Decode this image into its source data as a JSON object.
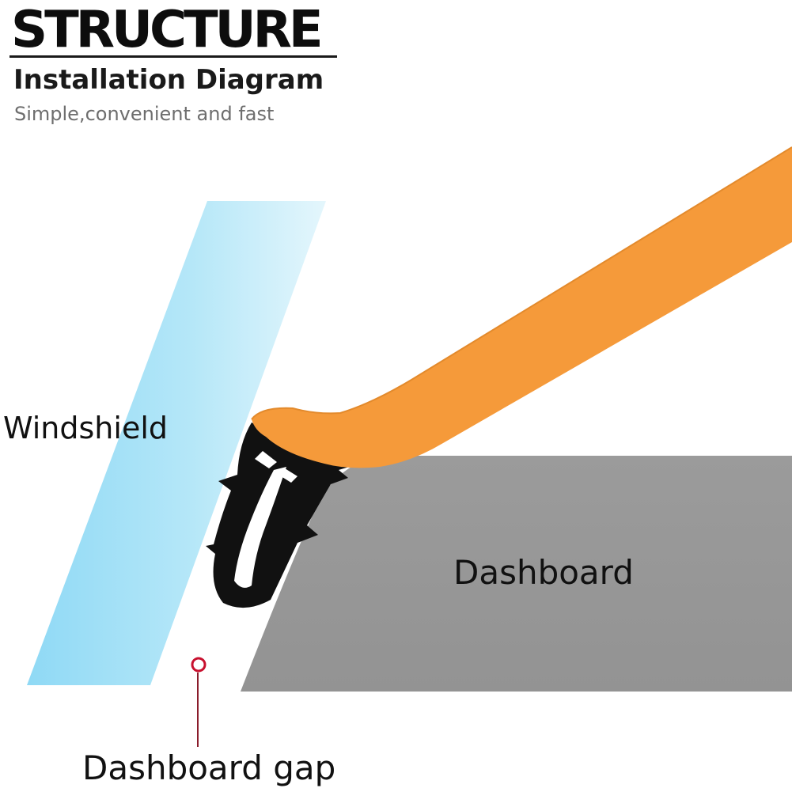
{
  "header": {
    "title": "STRUCTURE",
    "subtitle": "Installation Diagram",
    "tagline": "Simple,convenient and fast"
  },
  "labels": {
    "windshield": "Windshield",
    "dashboard": "Dashboard",
    "gap": "Dashboard gap"
  },
  "colors": {
    "windshield_glass": "#a9e2f7",
    "seal_strip": "#f59a3a",
    "seal_rubber": "#111111",
    "dashboard": "#999999",
    "gap_marker": "#c8102e"
  }
}
